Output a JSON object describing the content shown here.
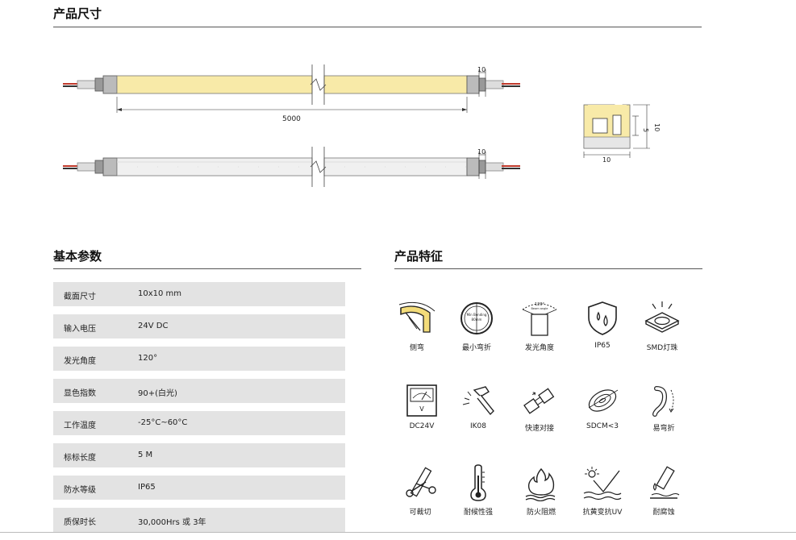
{
  "sections": {
    "dimensions_title": "产品尺寸",
    "params_title": "基本参数",
    "features_title": "产品特征"
  },
  "drawing": {
    "length_label": "5000",
    "end_width_label_top": "10",
    "end_width_label_bottom": "10",
    "section_width_label": "10",
    "section_height_label": "10",
    "section_inner_label": "5"
  },
  "params": [
    {
      "label": "截面尺寸",
      "value": "10x10 mm"
    },
    {
      "label": "输入电压",
      "value": "24V DC"
    },
    {
      "label": "发光角度",
      "value": "120°"
    },
    {
      "label": "显色指数",
      "value": "90+(白光)"
    },
    {
      "label": "工作温度",
      "value": "-25°C~60°C"
    },
    {
      "label": "标标长度",
      "value": "5 M"
    },
    {
      "label": "防水等级",
      "value": "IP65"
    },
    {
      "label": "质保时长",
      "value": "30,000Hrs 或 3年"
    }
  ],
  "features": [
    {
      "label": "侧弯",
      "icon": "side-bend-icon"
    },
    {
      "label": "最小弯折",
      "icon": "min-bend-icon",
      "inner_text": "Min Bending 80mm"
    },
    {
      "label": "发光角度",
      "icon": "beam-angle-icon",
      "inner_text": "120° Beam angle"
    },
    {
      "label": "IP65",
      "icon": "waterproof-shield-icon"
    },
    {
      "label": "SMD灯珠",
      "icon": "smd-chip-icon"
    },
    {
      "label": "DC24V",
      "icon": "voltmeter-icon",
      "inner_text": "V"
    },
    {
      "label": "IK08",
      "icon": "hammer-icon"
    },
    {
      "label": "快速对接",
      "icon": "quick-connect-icon"
    },
    {
      "label": "SDCM<3",
      "icon": "sdcm-icon"
    },
    {
      "label": "易弯折",
      "icon": "easy-bend-icon"
    },
    {
      "label": "可裁切",
      "icon": "cuttable-icon"
    },
    {
      "label": "耐候性强",
      "icon": "thermometer-icon"
    },
    {
      "label": "防火阻燃",
      "icon": "fire-retardant-icon"
    },
    {
      "label": "抗黄变抗UV",
      "icon": "anti-uv-icon"
    },
    {
      "label": "耐腐蚀",
      "icon": "corrosion-resistant-icon"
    }
  ]
}
